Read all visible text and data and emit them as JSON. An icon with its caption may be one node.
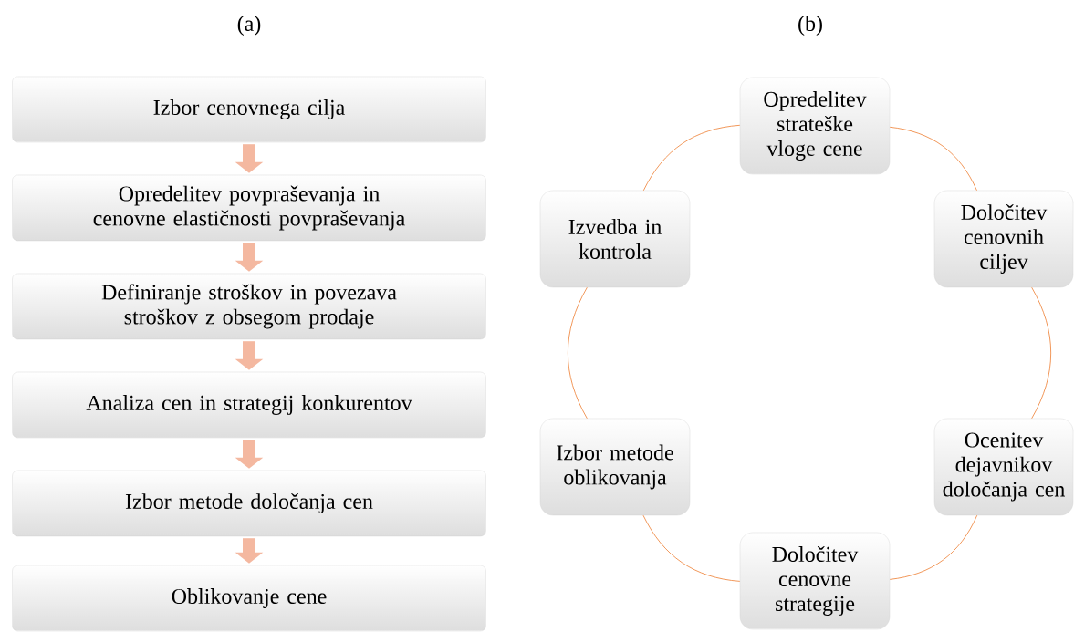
{
  "diagram": {
    "nodes": [
      {
        "text": [
          "Izbor cenovnega cilja"
        ]
      },
      {
        "text": [
          "Opredelitev povpraševanja in cenovne elastičnosti povpraševanja"
        ]
      },
      {
        "text": [
          "Definiranje stroškov  in povezava stroškov z obsegom prodaje"
        ]
      },
      {
        "text": [
          "Analiza cen in strategij konkurentov"
        ]
      },
      {
        "text": [
          "Izbor metode določanja cen"
        ]
      },
      {
        "text": [
          "Oblikovanje cene"
        ]
      },
      {
        "text": [
          "Opredelitev strateške vloge cene"
        ]
      },
      {
        "text": [
          "Določitev cenovnih ciljev"
        ]
      },
      {
        "text": [
          "Ocenitev dejavnikov določanja cen"
        ]
      },
      {
        "text": [
          "Določitev cenovne strategije"
        ]
      },
      {
        "text": [
          "Izbor metode oblikovanja"
        ]
      },
      {
        "text": [
          "Izvedba in kontrola"
        ]
      }
    ],
    "edges": [
      {
        "from": 0,
        "to": 1,
        "arrow": "to",
        "style": "thick",
        "color": "#f4b8a0"
      },
      {
        "from": 1,
        "to": 2,
        "arrow": "to",
        "style": "thick",
        "color": "#f4b8a0"
      },
      {
        "from": 2,
        "to": 3,
        "arrow": "to",
        "style": "thick",
        "color": "#f4b8a0"
      },
      {
        "from": 3,
        "to": 4,
        "arrow": "to",
        "style": "thick",
        "color": "#f4b8a0"
      },
      {
        "from": 4,
        "to": 5,
        "arrow": "to",
        "style": "thick",
        "color": "#f4b8a0"
      },
      {
        "from": 6,
        "to": 7,
        "arrow": "none"
      },
      {
        "from": 7,
        "to": 8,
        "arrow": "none"
      },
      {
        "from": 8,
        "to": 9,
        "arrow": "none"
      },
      {
        "from": 9,
        "to": 10,
        "arrow": "none"
      },
      {
        "from": 10,
        "to": 11,
        "arrow": "none"
      },
      {
        "from": 11,
        "to": 6,
        "arrow": "none"
      }
    ],
    "labels": [
      "(a)",
      "(b)"
    ]
  }
}
